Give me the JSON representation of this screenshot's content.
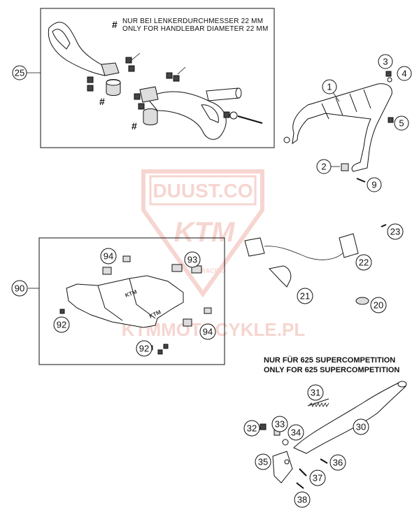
{
  "notes": {
    "handlebar_de": "NUR BEI LENKERDURCHMESSER 22 MM",
    "handlebar_en": "ONLY FOR HANDLEBAR DIAMETER 22 MM",
    "hash_symbol": "#",
    "supercomp_de": "NUR FÜR 625 SUPERCOMPETITION",
    "supercomp_en": "ONLY FOR 625 SUPERCOMPETITION"
  },
  "callouts": {
    "c1": "1",
    "c2": "2",
    "c3": "3",
    "c4": "4",
    "c5": "5",
    "c9": "9",
    "c20": "20",
    "c21": "21",
    "c22": "22",
    "c23": "23",
    "c25": "25",
    "c30": "30",
    "c31": "31",
    "c32": "32",
    "c33": "33",
    "c34": "34",
    "c35": "35",
    "c36": "36",
    "c37": "37",
    "c38": "38",
    "c90": "90",
    "c92a": "92",
    "c92b": "92",
    "c93": "93",
    "c94a": "94",
    "c94b": "94"
  },
  "watermark": {
    "logo_text": "DUUST.CO",
    "brand": "KTM",
    "site": "KTMMOTOCYKLE.PL",
    "racing": "RACING"
  }
}
